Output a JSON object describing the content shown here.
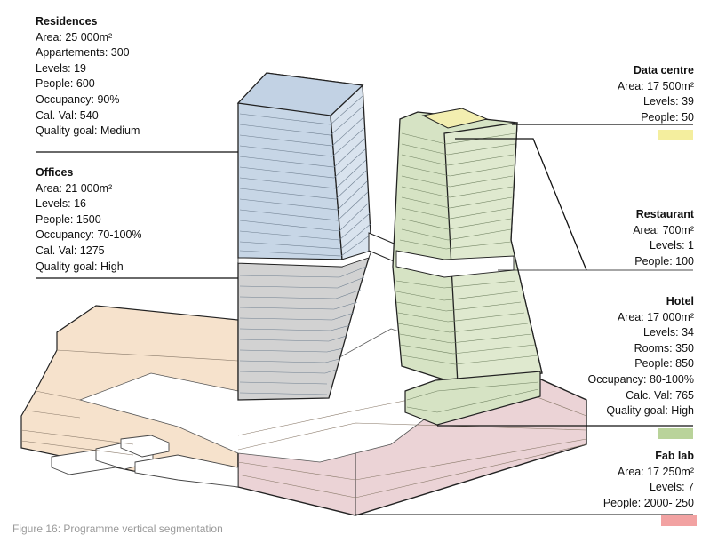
{
  "colors": {
    "residences": "#c7d6e6",
    "offices": "#d2d2d2",
    "data_centre": "#f3eeb0",
    "hotel": "#d6e3c4",
    "podium_offices": "#f6e2cc",
    "fab_lab": "#ebd3d6",
    "hotel_swatch": "#b9d39a",
    "fab_lab_swatch": "#f2a2a2",
    "data_centre_swatch": "#f4ee9e"
  },
  "residences": {
    "title": "Residences",
    "lines": [
      "Area: 25 000m²",
      "Appartements: 300",
      "Levels: 19",
      "People: 600",
      "Occupancy: 90%",
      "Cal. Val: 540",
      "Quality goal: Medium"
    ]
  },
  "offices": {
    "title": "Offices",
    "lines": [
      "Area: 21 000m²",
      "Levels: 16",
      "People: 1500",
      "Occupancy: 70-100%",
      "Cal. Val: 1275",
      "Quality goal: High"
    ]
  },
  "data_centre": {
    "title": "Data centre",
    "lines": [
      "Area: 17 500m²",
      "Levels: 39",
      "People: 50"
    ]
  },
  "restaurant": {
    "title": "Restaurant",
    "lines": [
      "Area: 700m²",
      "Levels: 1",
      "People: 100"
    ]
  },
  "hotel": {
    "title": "Hotel",
    "lines": [
      "Area: 17 000m²",
      "Levels: 34",
      "Rooms: 350",
      "People: 850",
      "Occupancy: 80-100%",
      "Calc. Val: 765",
      "Quality goal: High"
    ]
  },
  "fab_lab": {
    "title": "Fab lab",
    "lines": [
      "Area: 17 250m²",
      "Levels: 7",
      "People: 2000- 250"
    ]
  },
  "caption": "Figure 16: Programme vertical segmentation"
}
